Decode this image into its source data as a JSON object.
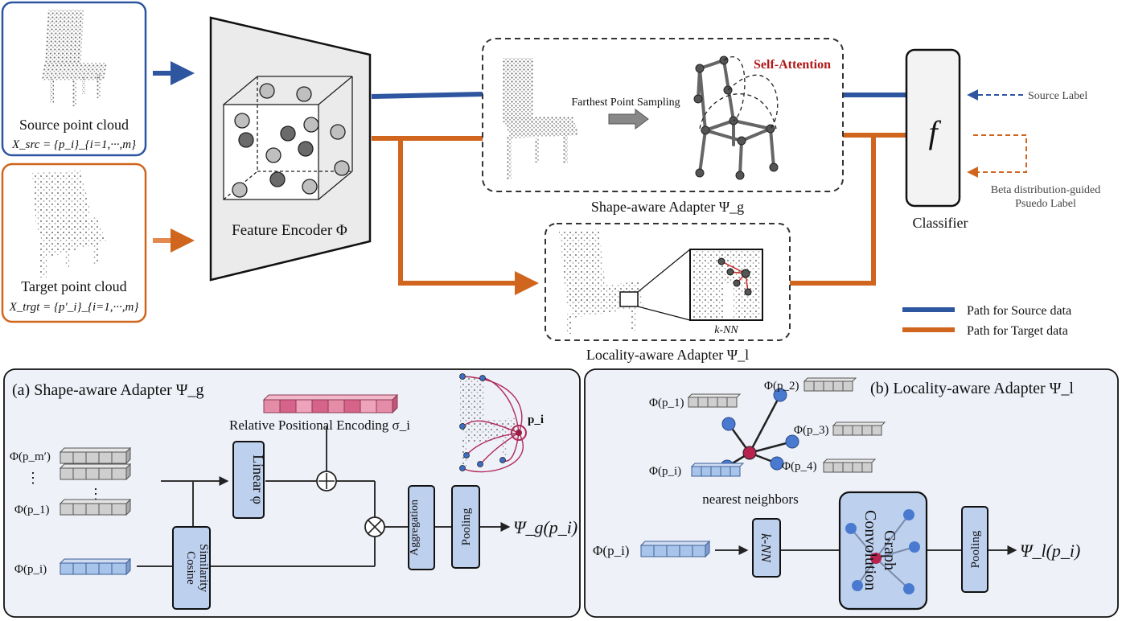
{
  "top": {
    "source_caption": "Source point cloud",
    "source_formula": "X_src = {p_i}_{i=1,···,m}",
    "target_caption": "Target point cloud",
    "target_formula": "X_trgt = {p′_i}_{i=1,···,m}",
    "encoder_label": "Feature Encoder Φ",
    "fps_label": "Farthest Point Sampling",
    "self_attention": "Self-Attention",
    "shape_adapter_label": "Shape-aware Adapter Ψ_g",
    "locality_adapter_label": "Locality-aware Adapter Ψ_l",
    "knn_label": "k-NN",
    "classifier_symbol": "f",
    "classifier_label": "Classifier",
    "source_label": "Source Label",
    "pseudo_label_line1": "Beta distribution-guided",
    "pseudo_label_line2": "Psuedo Label",
    "legend": [
      {
        "label": "Path for Source data",
        "color": "#2e55a0"
      },
      {
        "label": "Path for Target data",
        "color": "#d0651e"
      }
    ]
  },
  "panel_a": {
    "title": "(a) Shape-aware Adapter Ψ_g",
    "rpe_label": "Relative Positional Encoding σ_i",
    "phi_pm": "Φ(p_m′)",
    "phi_p1": "Φ(p_1)",
    "phi_pi": "Φ(p_i)",
    "pi_label": "p_i",
    "linear": "Linear φ",
    "cosine_line1": "Cosine",
    "cosine_line2": "Similarity",
    "aggregation": "Aggregation",
    "pooling": "Pooling",
    "output": "Ψ_g(p_i)"
  },
  "panel_b": {
    "title": "(b) Locality-aware Adapter Ψ_l",
    "phi_p1": "Φ(p_1)",
    "phi_p2": "Φ(p_2)",
    "phi_p3": "Φ(p_3)",
    "phi_p4": "Φ(p_4)",
    "phi_pi": "Φ(p_i)",
    "nearest": "nearest neighbors",
    "input": "Φ(p_i)",
    "knn": "k-NN",
    "graph_line1": "Graph",
    "graph_line2": "Convolution",
    "pooling": "Pooling",
    "output": "Ψ_l(p_i)"
  },
  "colors": {
    "source": "#2e55a0",
    "target": "#d0651e",
    "block_fill": "#bdd0ee",
    "panel_fill": "#eef1f8",
    "accent_red": "#b01818"
  }
}
